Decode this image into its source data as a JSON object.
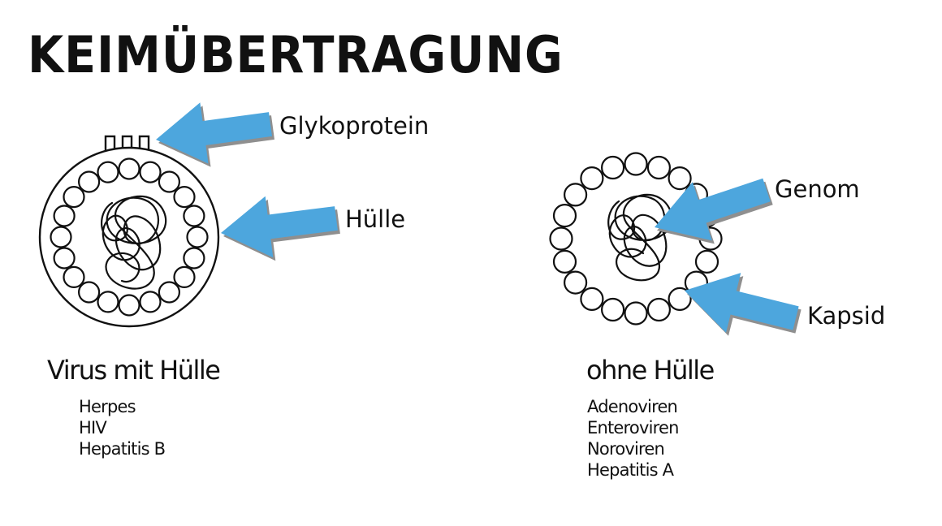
{
  "title": "KEIMÜBERTRAGUNG",
  "colors": {
    "arrow": "#4da6dd",
    "arrow_shadow": "#8f8f8f",
    "ink": "#111111",
    "background": "#ffffff"
  },
  "enveloped_virus": {
    "heading": "Virus mit Hülle",
    "examples": [
      "Herpes",
      "HIV",
      "Hepatitis B"
    ],
    "labels": {
      "glycoprotein": "Glykoprotein",
      "envelope": "Hülle"
    }
  },
  "naked_virus": {
    "heading": "ohne Hülle",
    "examples": [
      "Adenoviren",
      "Enteroviren",
      "Noroviren",
      "Hepatitis A"
    ],
    "labels": {
      "genome": "Genom",
      "capsid": "Kapsid"
    }
  }
}
